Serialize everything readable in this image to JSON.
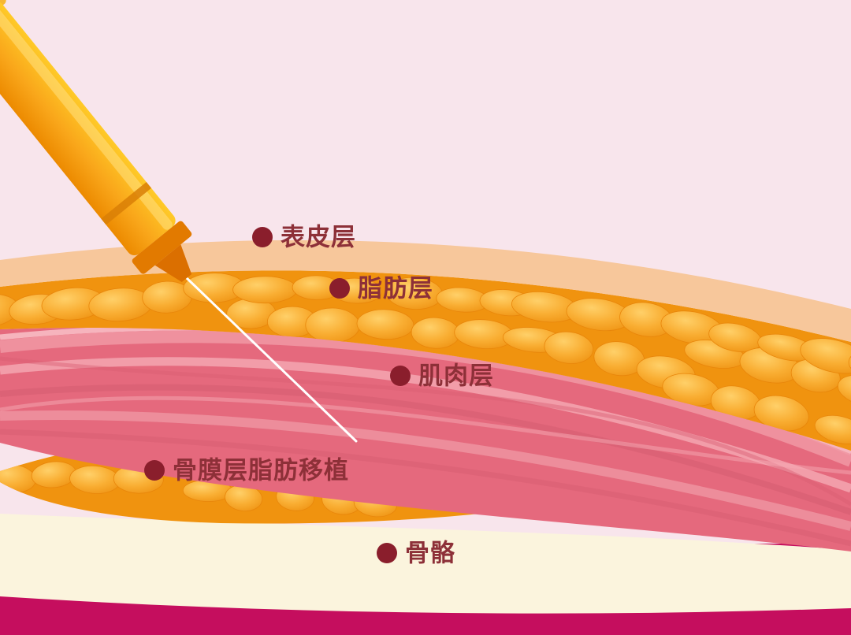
{
  "diagram": {
    "title": "fat-graft-injection-layers-diagram",
    "labels": [
      {
        "id": "epidermis",
        "text": "表皮层"
      },
      {
        "id": "fat-layer",
        "text": "脂肪层"
      },
      {
        "id": "muscle-layer",
        "text": "肌肉层"
      },
      {
        "id": "periosteum-graft",
        "text": "骨膜层脂肪移植"
      },
      {
        "id": "bone",
        "text": "骨骼"
      }
    ],
    "colors": {
      "background": "#f8e5ec",
      "skin": "#f7c79b",
      "fat_base": "#f0930f",
      "bubble_light": "#ffd069",
      "bubble_mid": "#f9ae33",
      "bubble_edge": "#ef9414",
      "muscle": "#e5697d",
      "bone": "#fbf4dd",
      "base_band": "#c50e5e",
      "label_text": "#8d3038",
      "label_dot": "#8a1e2c",
      "syringe_body": "#f9a61a",
      "needle": "#ffffff"
    }
  }
}
